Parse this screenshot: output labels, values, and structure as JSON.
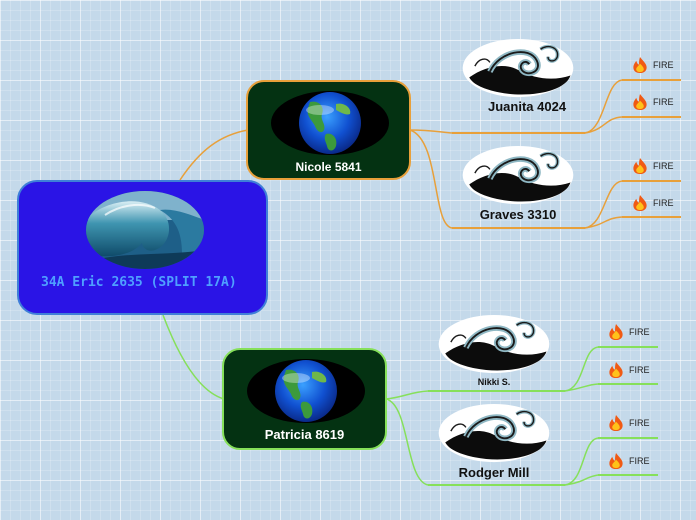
{
  "central": {
    "label": "34A Eric 2635 (SPLIT 17A)"
  },
  "branches": [
    {
      "label": "Nicole 5841",
      "color": "#e8a03a",
      "subtopics": [
        {
          "label": "Juanita 4024",
          "markers": [
            "FIRE",
            "FIRE"
          ]
        },
        {
          "label": "Graves 3310",
          "markers": [
            "FIRE",
            "FIRE"
          ]
        }
      ]
    },
    {
      "label": "Patricia 8619",
      "color": "#86e05a",
      "subtopics": [
        {
          "label": "Nikki S.",
          "markers": [
            "FIRE",
            "FIRE"
          ]
        },
        {
          "label": "Rodger Mill",
          "markers": [
            "FIRE",
            "FIRE"
          ]
        }
      ]
    }
  ],
  "icons": {
    "central_image": "ocean-wave-icon",
    "branch_image": "earth-globe-icon",
    "subtopic_image": "swirl-wave-icon",
    "marker": "fire-icon"
  }
}
